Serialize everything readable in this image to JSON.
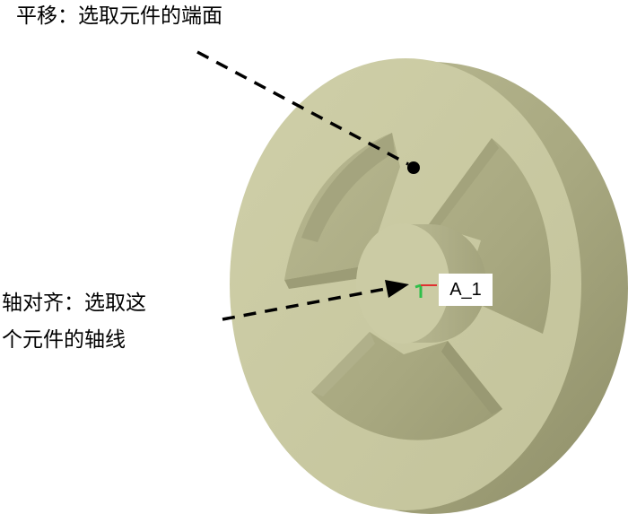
{
  "annotations": {
    "translate": "平移：选取元件的端面",
    "axis_align_line1": "轴对齐：选取这",
    "axis_align_line2": "个元件的轴线",
    "axis_label": "A_1"
  },
  "colors": {
    "face": "#c9c9a2",
    "face_light": "#d4d4ae",
    "rim_side": "#a9a982",
    "rim_dark": "#8c8c66",
    "hole_inner": "#aaa985",
    "axis_green": "#2fbf4a",
    "axis_red": "#e03030"
  }
}
